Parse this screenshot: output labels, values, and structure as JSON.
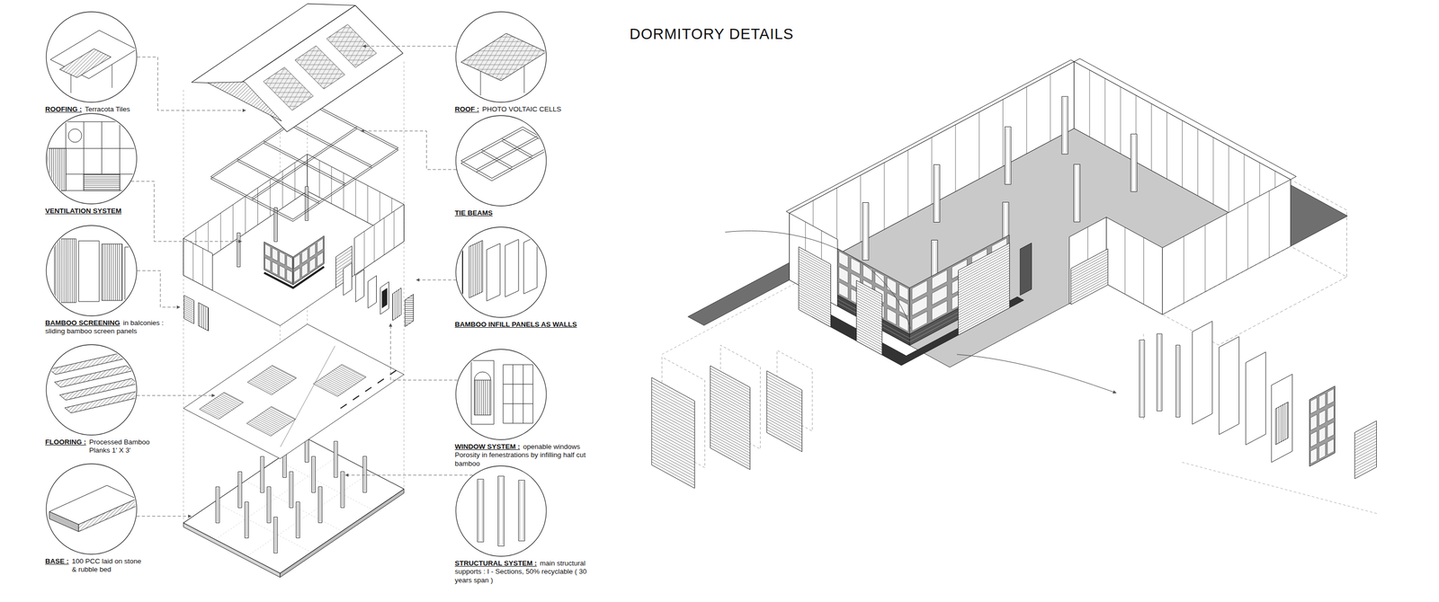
{
  "diagram": {
    "title": "DORMITORY DETAILS",
    "nodes": [
      {
        "text": [
          "ROOFING :",
          "Terracota Tiles"
        ]
      },
      {
        "text": [
          "VENTILATION SYSTEM"
        ]
      },
      {
        "text": [
          "BAMBOO SCREENING",
          "in balconies : sliding bamboo screen panels"
        ]
      },
      {
        "text": [
          "FLOORING :",
          "Processed Bamboo Planks 1' X 3'"
        ]
      },
      {
        "text": [
          "BASE :",
          "100 PCC laid on stone & rubble bed"
        ]
      },
      {
        "text": [
          "ROOF :",
          "PHOTO VOLTAIC CELLS"
        ]
      },
      {
        "text": [
          "TIE BEAMS"
        ]
      },
      {
        "text": [
          "BAMBOO INFILL PANELS AS WALLS"
        ]
      },
      {
        "text": [
          "WINDOW SYSTEM :",
          "openable windows Porosity in fenestrations by infilling half cut bamboo"
        ]
      },
      {
        "text": [
          "STRUCTURAL SYSTEM :",
          "main structural supports : I - Sections, 50% recyclable ( 30 years span )"
        ]
      }
    ]
  }
}
